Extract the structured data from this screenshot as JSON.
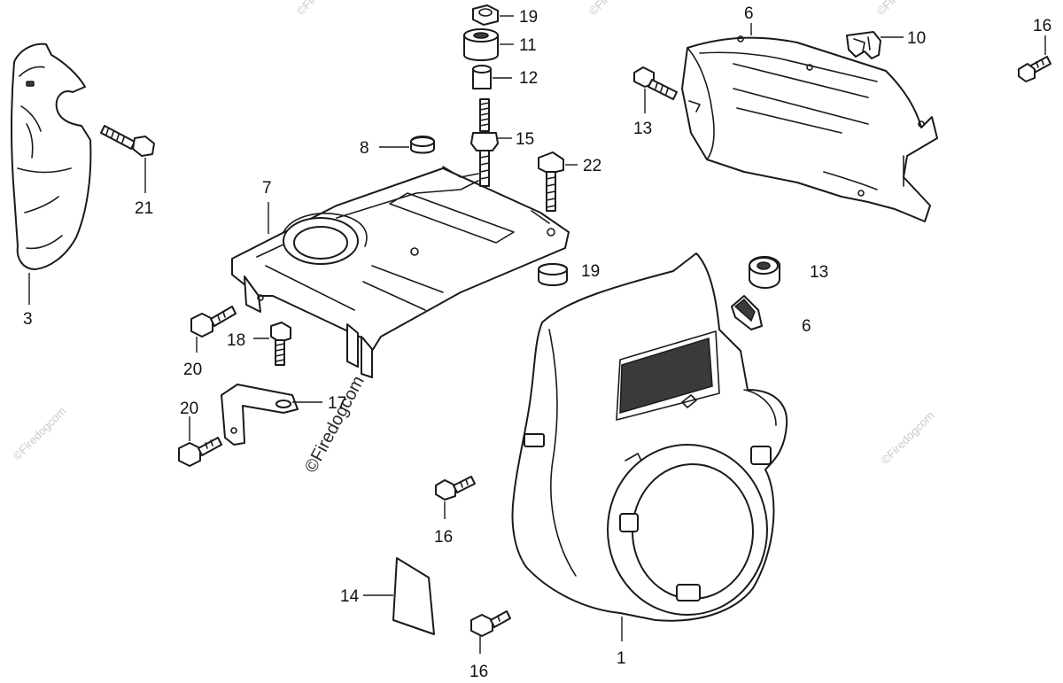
{
  "watermark": "©Firedogcom",
  "callouts": {
    "p1": "1",
    "p3": "3",
    "p6a": "6",
    "p6b": "6",
    "p7": "7",
    "p8": "8",
    "p10": "10",
    "p11": "11",
    "p12": "12",
    "p13a": "13",
    "p13b": "13",
    "p14": "14",
    "p15": "15",
    "p16a": "16",
    "p16b": "16",
    "p16c": "16",
    "p17": "17",
    "p18": "18",
    "p19a": "19",
    "p19b": "19",
    "p20a": "20",
    "p20b": "20",
    "p21": "21",
    "p22": "22"
  }
}
